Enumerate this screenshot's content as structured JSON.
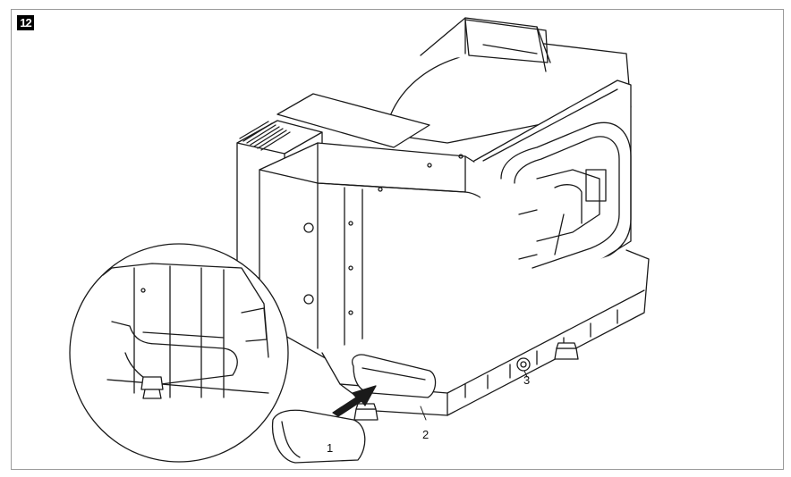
{
  "figure": {
    "number": "12"
  },
  "callouts": [
    {
      "id": "1",
      "label": "1"
    },
    {
      "id": "2",
      "label": "2"
    },
    {
      "id": "3",
      "label": "3"
    }
  ],
  "colors": {
    "line": "#1a1a1a",
    "badge_bg": "#000000",
    "badge_text": "#ffffff"
  }
}
